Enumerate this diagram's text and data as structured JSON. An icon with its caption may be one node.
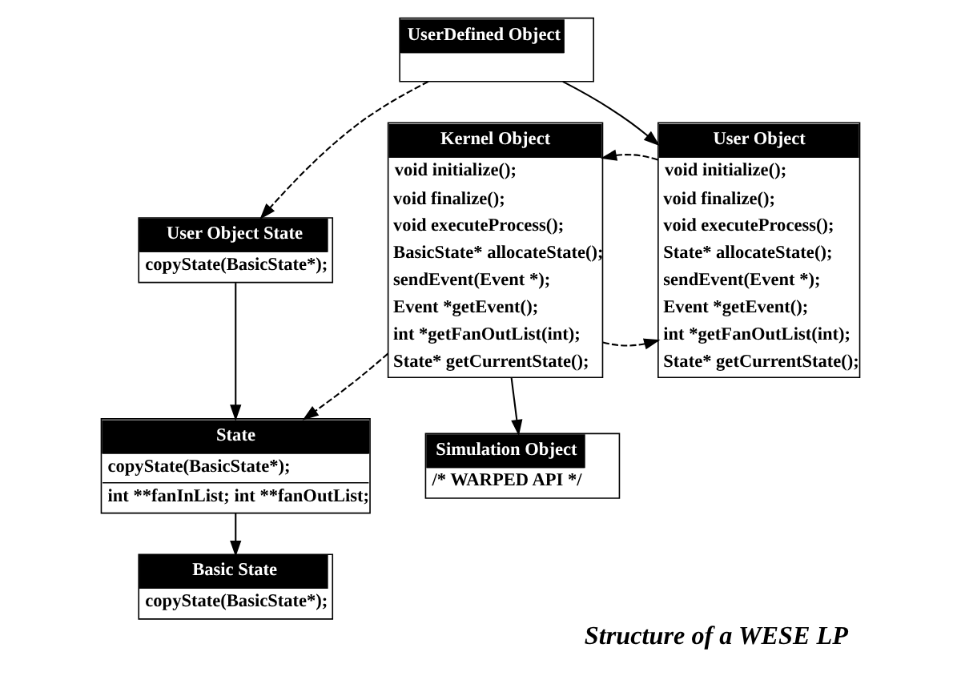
{
  "diagram": {
    "title": "Structure of a WESE LP",
    "nodes": [
      {
        "text": [
          "User Object State",
          "copyState(BasicState*);"
        ]
      },
      {
        "text": [
          "UserDefined Object"
        ]
      },
      {
        "text": [
          "State",
          "copyState(BasicState*);",
          "int **fanInList; int **fanOutList;"
        ]
      },
      {
        "text": [
          "Kernel Object",
          "void initialize();",
          "void finalize();",
          "void executeProcess();",
          "BasicState* allocateState();",
          "sendEvent(Event *);",
          "Event *getEvent();",
          "int *getFanOutList(int);",
          "State* getCurrentState();"
        ]
      },
      {
        "text": [
          "User Object",
          "void initialize();",
          "void finalize();",
          "void executeProcess();",
          "State* allocateState();",
          "sendEvent(Event *);",
          "Event *getEvent();",
          "int *getFanOutList(int);",
          "State* getCurrentState();"
        ]
      },
      {
        "text": [
          "Basic State",
          "copyState(BasicState*);"
        ]
      },
      {
        "text": [
          "Simulation Object",
          "/* WARPED API */"
        ]
      }
    ],
    "edges": [
      {
        "from": 0,
        "to": 2,
        "arrow": "to"
      },
      {
        "from": 1,
        "to": 0,
        "arrow": "to",
        "style": "dashed"
      },
      {
        "from": 1,
        "to": 4,
        "arrow": "to"
      },
      {
        "from": 2,
        "to": 5,
        "arrow": "to"
      },
      {
        "from": 3,
        "to": 2,
        "arrow": "to",
        "style": "dashed"
      },
      {
        "from": 3,
        "to": 4,
        "arrow": "to",
        "style": "dashed"
      },
      {
        "from": 4,
        "to": 3,
        "arrow": "to",
        "style": "dashed"
      },
      {
        "from": 3,
        "to": 6,
        "arrow": "to"
      }
    ]
  }
}
